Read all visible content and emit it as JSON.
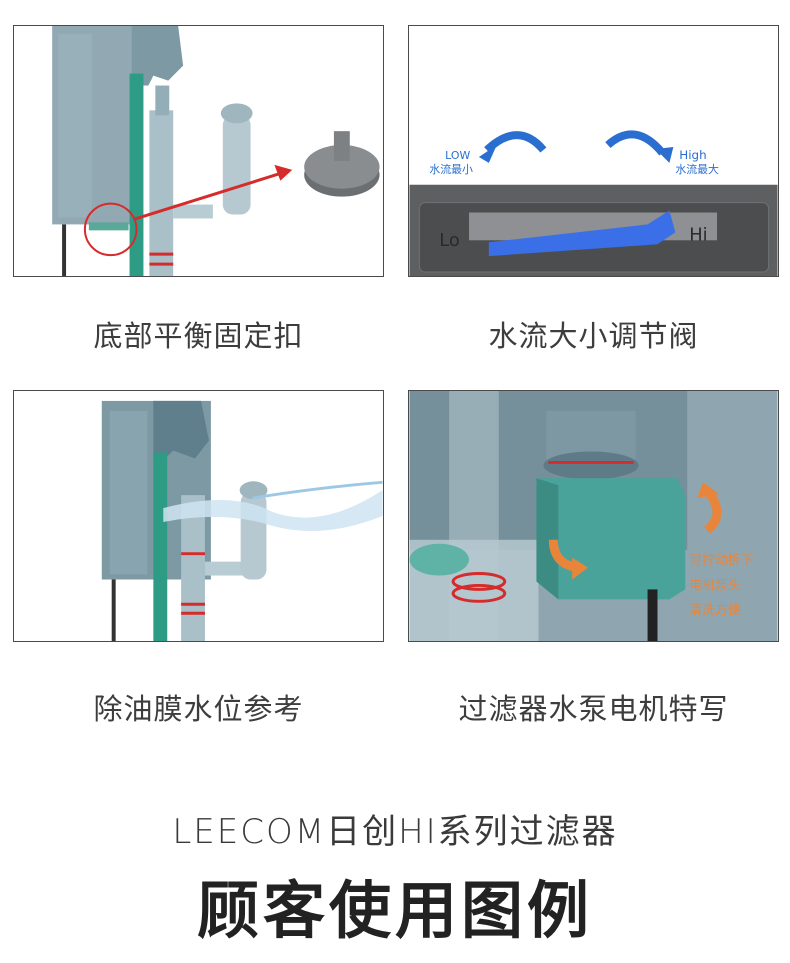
{
  "panels": [
    {
      "caption": "底部平衡固定扣"
    },
    {
      "caption": "水流大小调节阀",
      "low_en": "LOW",
      "low_cn": "水流最小",
      "high_en": "High",
      "high_cn": "水流最大",
      "slot_left": "Lo",
      "slot_right": "Hi"
    },
    {
      "caption": "除油膜水位参考"
    },
    {
      "caption": "过滤器水泵电机特写",
      "note_lines": [
        "可拧动拆下",
        "电机泵头",
        "清洗方便"
      ]
    }
  ],
  "subtitle": "LEECOM日创HI系列过滤器",
  "title": "顾客使用图例",
  "colors": {
    "accent_blue": "#2a6fd0",
    "accent_orange": "#e8853a",
    "red": "#d62b2b",
    "teal": "#2d9a84"
  }
}
